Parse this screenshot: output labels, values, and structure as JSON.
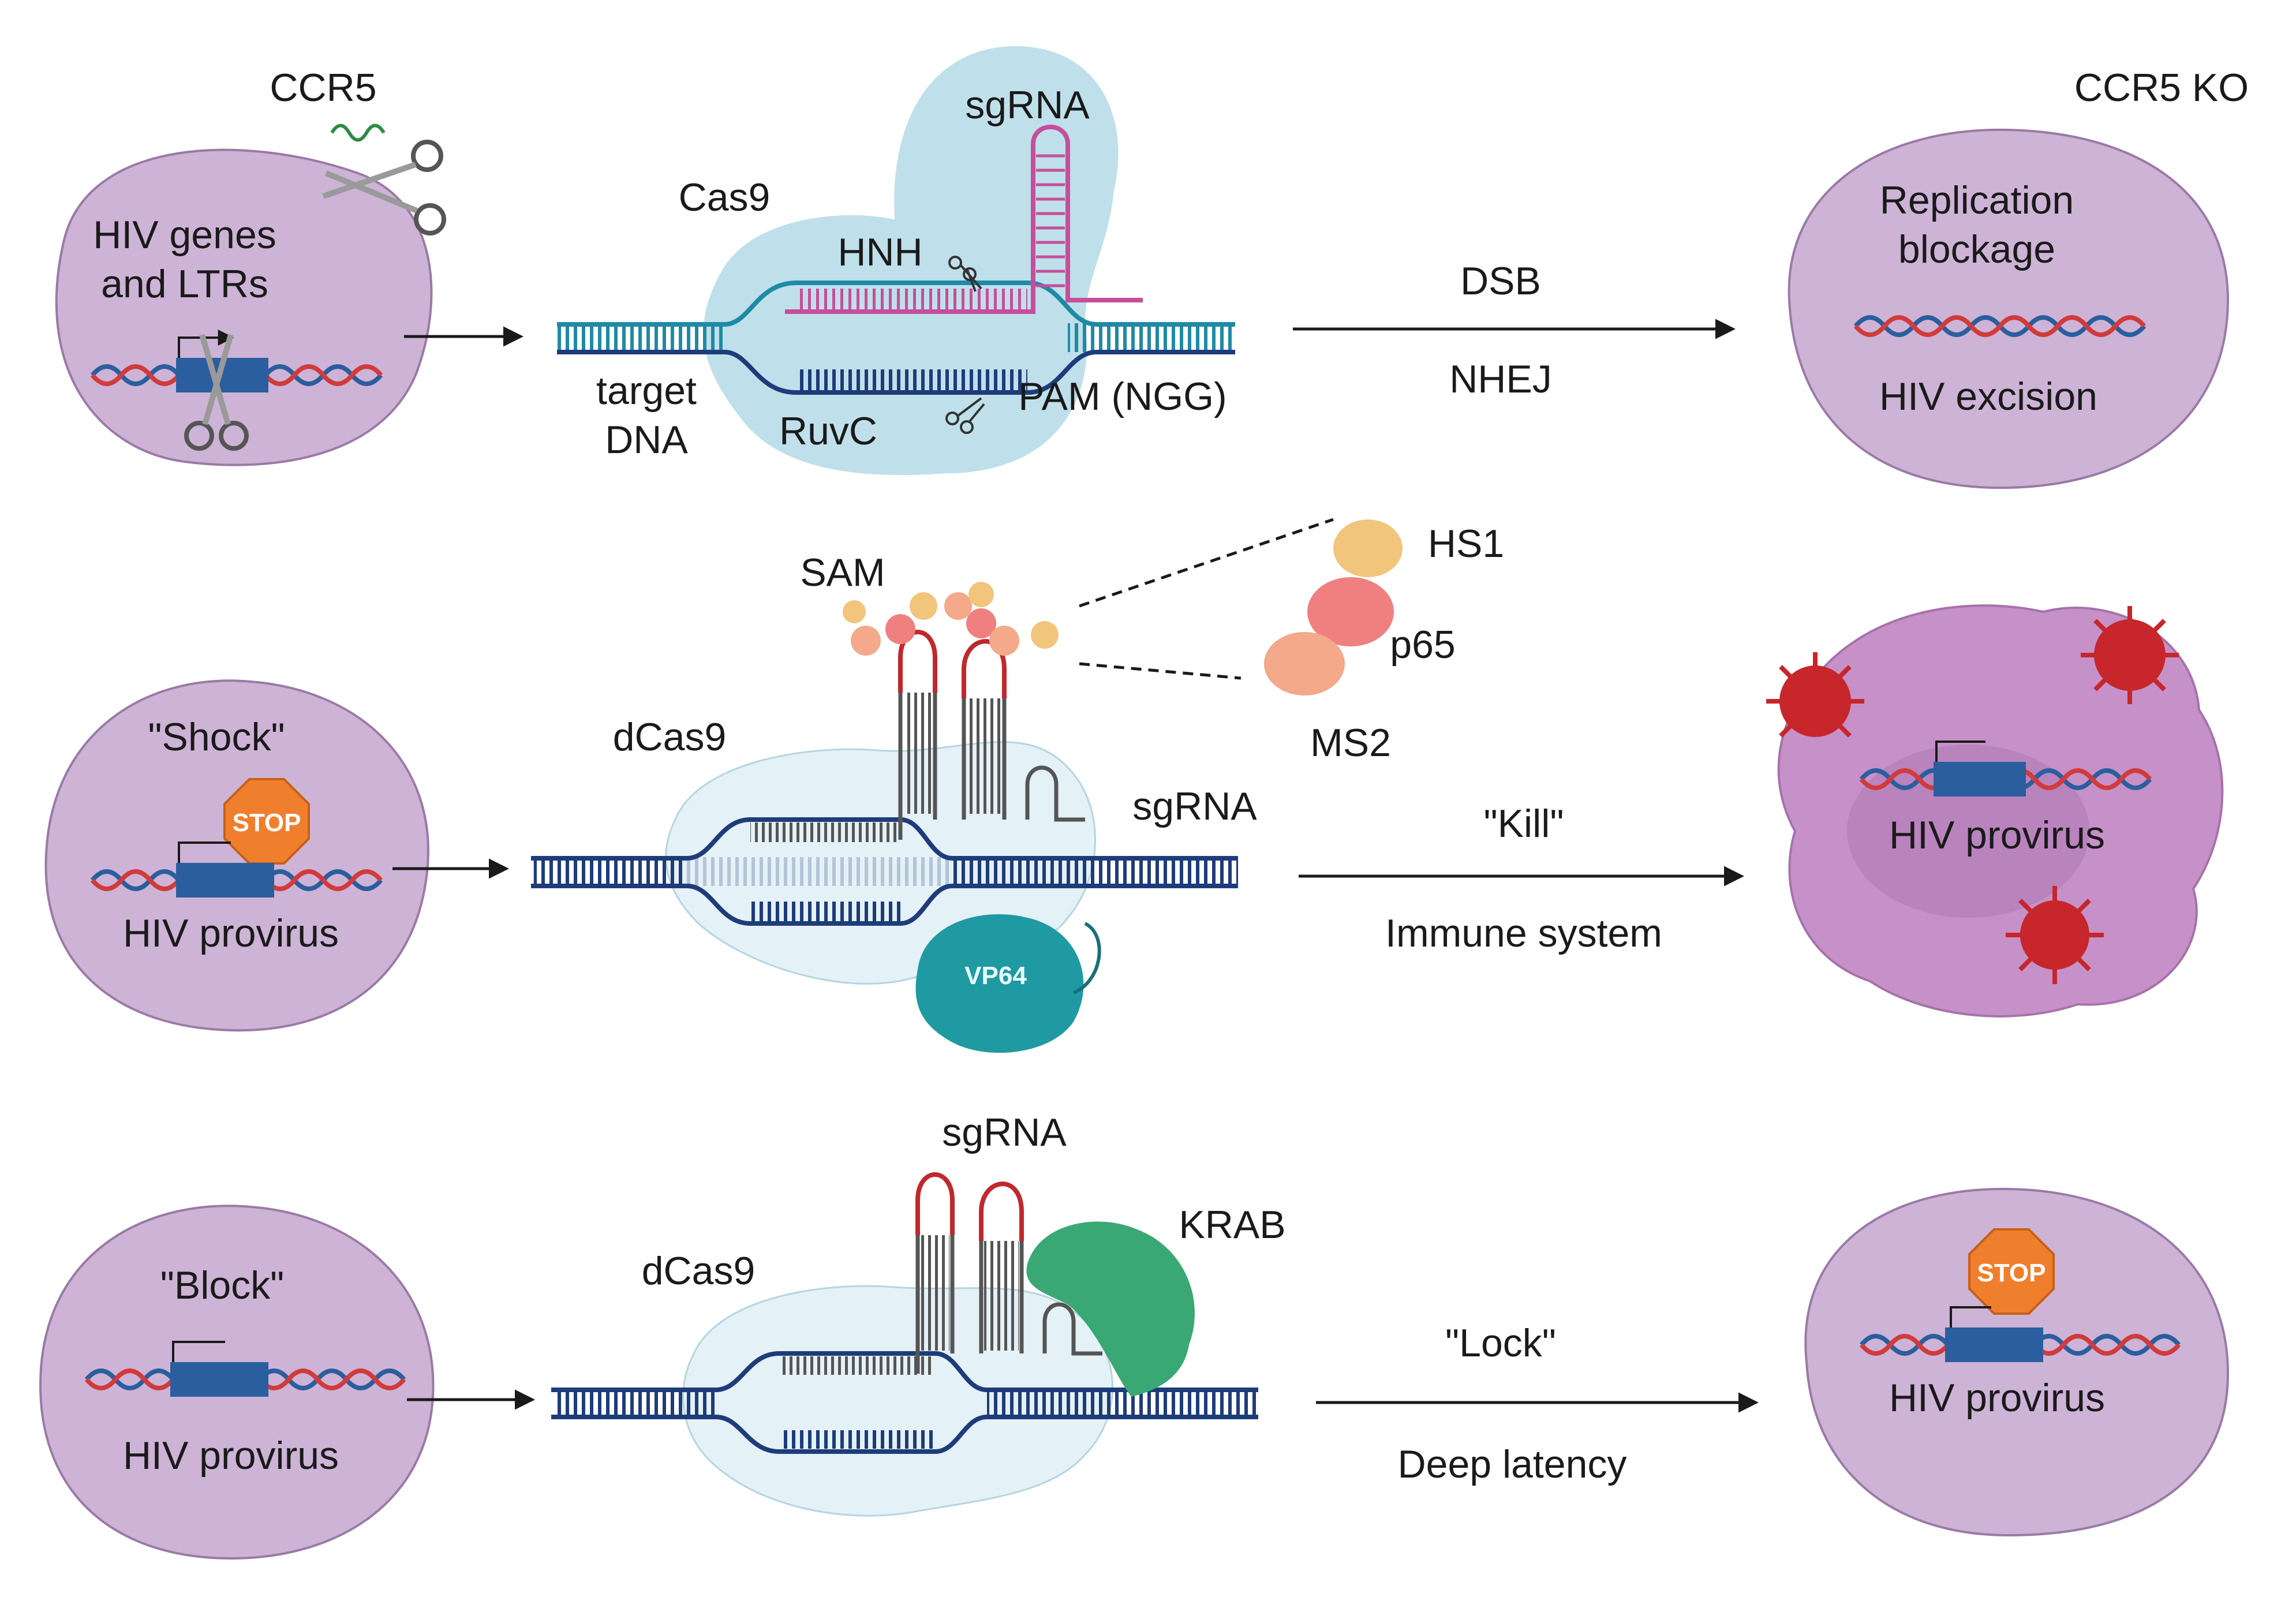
{
  "colors": {
    "cell_fill": "#cdb3d6",
    "cell_stroke": "#9a7aa6",
    "cas9_fill": "#bfe0ea",
    "dcas9_fill": "#e4f1f6",
    "dna_blue": "#1f8aa5",
    "dna_dark": "#1e3c7a",
    "sgrna_magenta": "#c64f9b",
    "loop_red": "#c0282d",
    "vp64": "#1f9aa3",
    "krab": "#3aa874",
    "stop_orange": "#f07f2d",
    "gene_box": "#2b5e9e",
    "virus_red": "#c7262b"
  },
  "row1": {
    "left_cell": {
      "top_label": "CCR5",
      "label_line1": "HIV genes",
      "label_line2": "and LTRs"
    },
    "complex": {
      "cas9": "Cas9",
      "sgrna": "sgRNA",
      "hnh": "HNH",
      "target_line1": "target",
      "target_line2": "DNA",
      "ruvc": "RuvC",
      "pam": "PAM (NGG)"
    },
    "arrow": {
      "top": "DSB",
      "bottom": "NHEJ"
    },
    "right_cell": {
      "top_label": "CCR5 KO",
      "label_line1": "Replication",
      "label_line2": "blockage",
      "label_bottom": "HIV excision"
    }
  },
  "row2": {
    "left_cell": {
      "label_top": "\"Shock\"",
      "stop": "STOP",
      "label_bottom": "HIV provirus"
    },
    "complex": {
      "sam": "SAM",
      "hs1": "HS1",
      "p65": "p65",
      "ms2": "MS2",
      "dcas9": "dCas9",
      "sgrna": "sgRNA",
      "vp64": "VP64"
    },
    "arrow": {
      "top": "\"Kill\"",
      "bottom": "Immune system"
    },
    "right_cell": {
      "label": "HIV provirus"
    }
  },
  "row3": {
    "left_cell": {
      "label_top": "\"Block\"",
      "label_bottom": "HIV provirus"
    },
    "complex": {
      "sgrna": "sgRNA",
      "krab": "KRAB",
      "dcas9": "dCas9"
    },
    "arrow": {
      "top": "\"Lock\"",
      "bottom": "Deep latency"
    },
    "right_cell": {
      "stop": "STOP",
      "label": "HIV provirus"
    }
  }
}
